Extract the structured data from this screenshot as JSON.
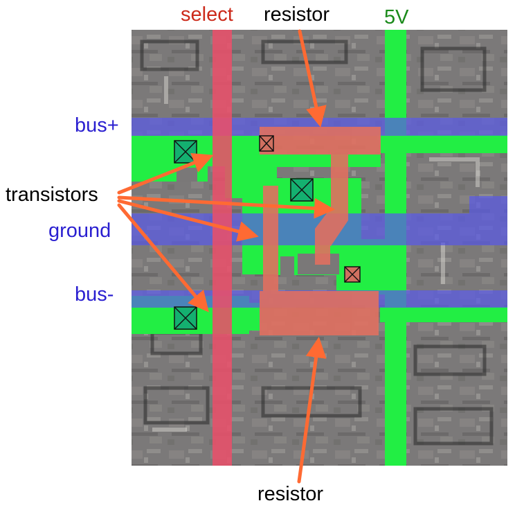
{
  "diagram": {
    "labels": {
      "select": "select",
      "resistor_top": "resistor",
      "five_v": "5V",
      "bus_plus": "bus+",
      "transistors": "transistors",
      "ground": "ground",
      "bus_minus": "bus-",
      "resistor_bottom": "resistor"
    },
    "colors": {
      "select_text": "#cc2a1a",
      "five_v_text": "#1a8a1a",
      "bus_text": "#2a1fd0",
      "label_text": "#000000",
      "arrow": "#ff6a33",
      "diffusion": "#22ee44",
      "metal_blue": "#5a5ae6",
      "poly_red": "#e8506a",
      "resistor": "#e07060",
      "die_background": "#7a7878",
      "contact_fill": "#14b070"
    }
  }
}
